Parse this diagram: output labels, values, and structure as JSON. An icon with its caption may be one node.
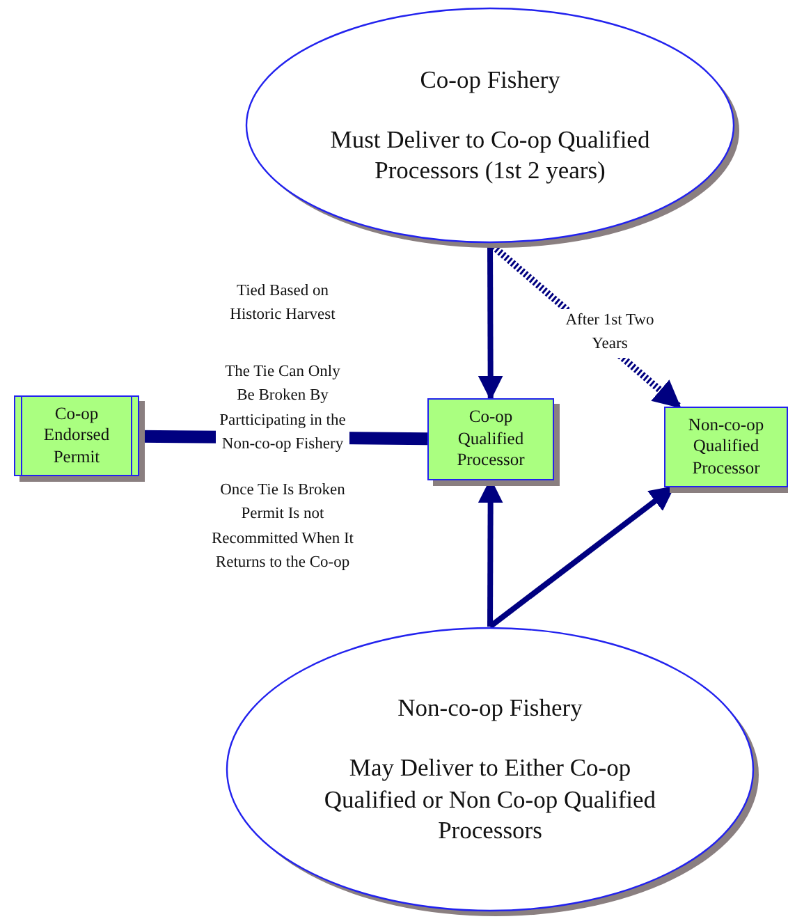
{
  "diagram": {
    "nodes": [
      {
        "text": [
          "Co-op Fishery",
          "Must Deliver to Co-op Qualified Processors (1st 2 years)"
        ]
      },
      {
        "text": [
          "Co-op Endorsed Permit"
        ]
      },
      {
        "text": [
          "Co-op Qualified Processor"
        ]
      },
      {
        "text": [
          "Non-co-op Qualified Processor"
        ]
      },
      {
        "text": [
          "Non-co-op Fishery",
          "May Deliver to Either Co-op Qualified or Non Co-op Qualified Processors"
        ]
      }
    ],
    "edges": [
      {
        "from": 0,
        "to": 2,
        "arrow": "to"
      },
      {
        "from": 0,
        "to": 3,
        "arrow": "to",
        "label": "After 1st Two Years",
        "style": "dashed"
      },
      {
        "from": 1,
        "to": 2,
        "arrow": "none",
        "label": "The Tie Can Only Be Broken By Partticipating in the Non-co-op Fishery",
        "style": "thick"
      },
      {
        "from": 4,
        "to": 2,
        "arrow": "to"
      },
      {
        "from": 4,
        "to": 3,
        "arrow": "to"
      }
    ],
    "labels": [
      "Tied Based on Historic Harvest",
      "Once Tie Is Broken Permit Is not Recommitted When It Returns to the Co-op"
    ]
  }
}
